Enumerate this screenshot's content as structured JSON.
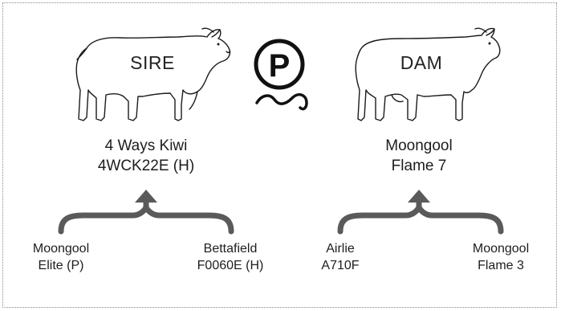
{
  "sire": {
    "tag": "SIRE",
    "name_line1": "4 Ways Kiwi",
    "name_line2": "4WCK22E (H)"
  },
  "dam": {
    "tag": "DAM",
    "name_line1": "Moongool",
    "name_line2": "Flame 7"
  },
  "poll_icon": {
    "letter": "P"
  },
  "sire_parents": [
    {
      "line1": "Moongool",
      "line2": "Elite (P)"
    },
    {
      "line1": "Bettafield",
      "line2": "F0060E (H)"
    }
  ],
  "dam_parents": [
    {
      "line1": "Airlie",
      "line2": "A710F"
    },
    {
      "line1": "Moongool",
      "line2": "Flame 3"
    }
  ],
  "colors": {
    "line": "#1a1a1a",
    "bracket": "#5a5a5a",
    "frame_border": "#8a8a8a"
  }
}
